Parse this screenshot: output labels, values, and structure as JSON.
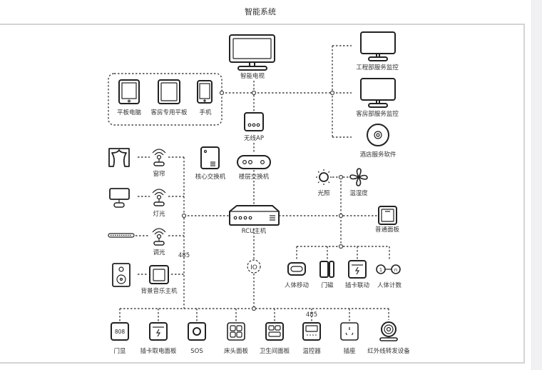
{
  "page": {
    "title": "智能系统"
  },
  "diagram": {
    "bus_labels": {
      "rs485_left": "485",
      "rs485_bottom": "485",
      "io": "IO"
    },
    "top": {
      "smart_tv": "智能电视",
      "devices": {
        "tablet": "平板电脑",
        "guest_tablet": "客房专用平板",
        "phone": "手机"
      },
      "wireless_ap": "无线AP",
      "floor_switch": "楼层交换机",
      "core_switch": "核心交换机",
      "engineering_monitor": "工程部服务监控",
      "housekeeping_monitor": "客房部服务监控",
      "hotel_software": "酒店服务软件"
    },
    "rcu": {
      "label": "RCU主机"
    },
    "left": {
      "curtain": "窗帘",
      "light": "灯光",
      "dimmer": "调光",
      "background_music": "背景音乐主机"
    },
    "right": {
      "illumination": "光照",
      "temp_humidity": "温湿度",
      "standard_panel": "普通面板",
      "motion_sensor": "人体移动",
      "door_magnet": "门磁",
      "card_link": "插卡联动",
      "people_counter": "人体计数",
      "counter_glyphs": {
        "start": "1",
        "end": "n"
      }
    },
    "bottom": {
      "doorplate": "门显",
      "doorplate_glyph": "808",
      "card_power_panel": "插卡取电面板",
      "sos": "SOS",
      "bedside_panel": "床头面板",
      "bathroom_panel": "卫生间面板",
      "thermostat": "温控器",
      "socket": "插座",
      "ir_transmitter": "红外线转发设备"
    }
  }
}
